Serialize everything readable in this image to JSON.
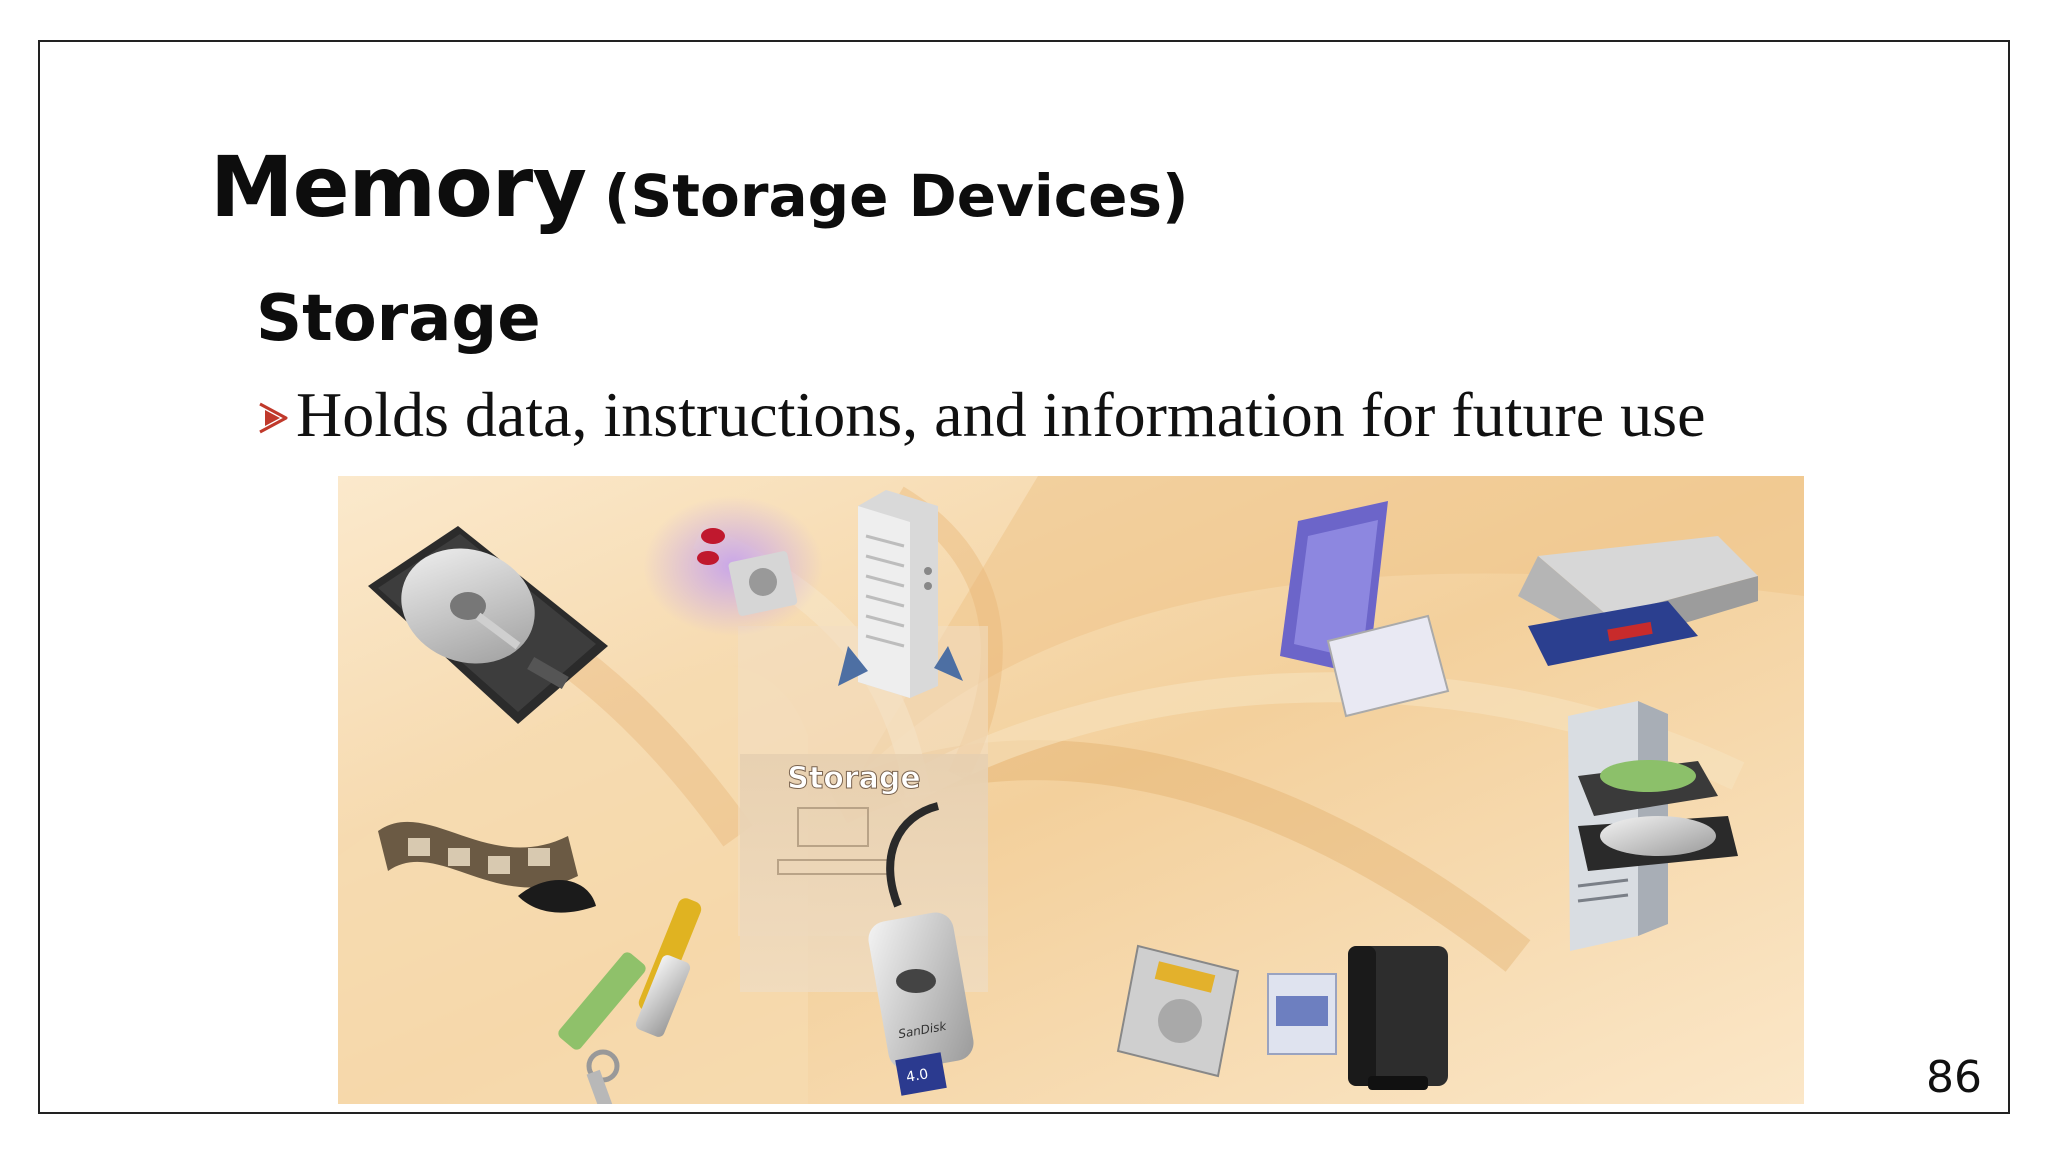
{
  "slide": {
    "title_main": "Memory",
    "title_sub": "(Storage Devices)",
    "subheading": "Storage",
    "bullet_text": "Holds data, instructions, and information for future use",
    "page_number": "86"
  },
  "illustration": {
    "center_label": "Storage",
    "devices": [
      {
        "icon": "hard-disk-icon"
      },
      {
        "icon": "microdrive-icon"
      },
      {
        "icon": "external-drive-tower-icon"
      },
      {
        "icon": "floppy-disk-icon"
      },
      {
        "icon": "zip-drive-icon"
      },
      {
        "icon": "film-strip-icon"
      },
      {
        "icon": "usb-flash-drive-icon"
      },
      {
        "icon": "card-reader-icon"
      },
      {
        "icon": "pc-card-drive-icon"
      },
      {
        "icon": "tape-cartridge-icon"
      },
      {
        "icon": "external-hard-drive-icon"
      },
      {
        "icon": "optical-disc-tower-icon"
      }
    ],
    "card_reader_label": "SanDisk",
    "card_label": "4.0",
    "colors": {
      "background_light": "#fbecd2",
      "background_dark": "#e9b776",
      "accent_arrow": "#c0392b"
    }
  }
}
